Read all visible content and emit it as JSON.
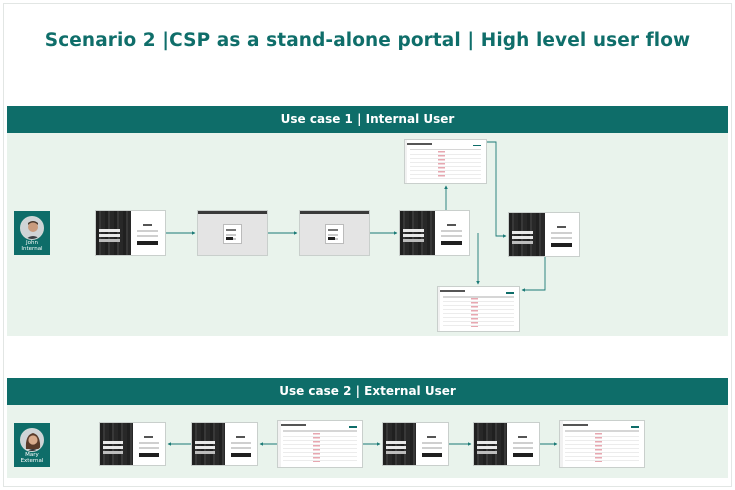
{
  "title": "Scenario 2 |CSP as a stand-alone portal | High level user flow",
  "use_case_1": {
    "label": "Use case 1 | Internal User",
    "persona": {
      "name_line1": "John",
      "name_line2": "Internal"
    }
  },
  "use_case_2": {
    "label": "Use case 2 | External User",
    "persona": {
      "name_line1": "Mary",
      "name_line2": "External"
    }
  },
  "colors": {
    "teal": "#0e6d69",
    "title_teal": "#0f6e6a",
    "band_background": "#e9f3ec",
    "connector": "#1b7a76"
  }
}
